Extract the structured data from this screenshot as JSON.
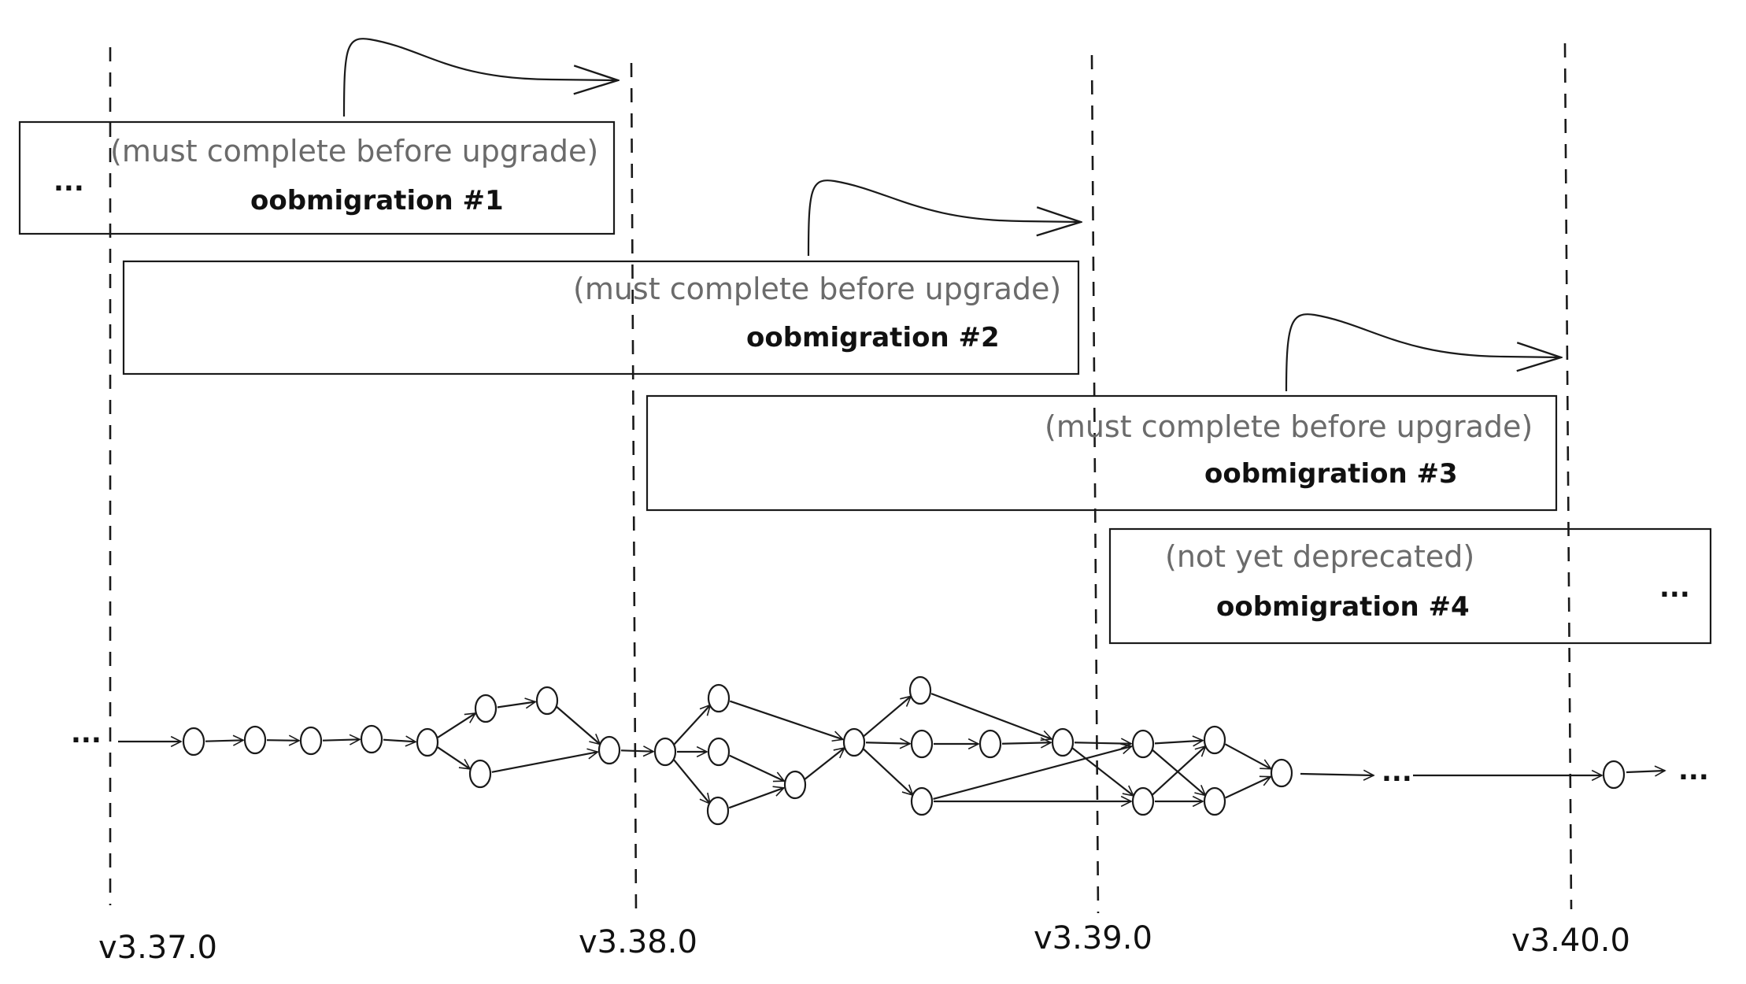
{
  "versions": [
    "v3.37.0",
    "v3.38.0",
    "v3.39.0",
    "v3.40.0"
  ],
  "migrations": [
    {
      "note": "(must complete before upgrade)",
      "title": "oobmigration #1",
      "ellipsis_left": "...",
      "ellipsis_right": ""
    },
    {
      "note": "(must complete before upgrade)",
      "title": "oobmigration #2",
      "ellipsis_left": "",
      "ellipsis_right": ""
    },
    {
      "note": "(must complete before upgrade)",
      "title": "oobmigration #3",
      "ellipsis_left": "",
      "ellipsis_right": ""
    },
    {
      "note": "(not yet deprecated)",
      "title": "oobmigration #4",
      "ellipsis_left": "",
      "ellipsis_right": "..."
    }
  ],
  "graph": {
    "ellipsis_start": "...",
    "ellipsis_middle": "...",
    "ellipsis_end": "..."
  }
}
